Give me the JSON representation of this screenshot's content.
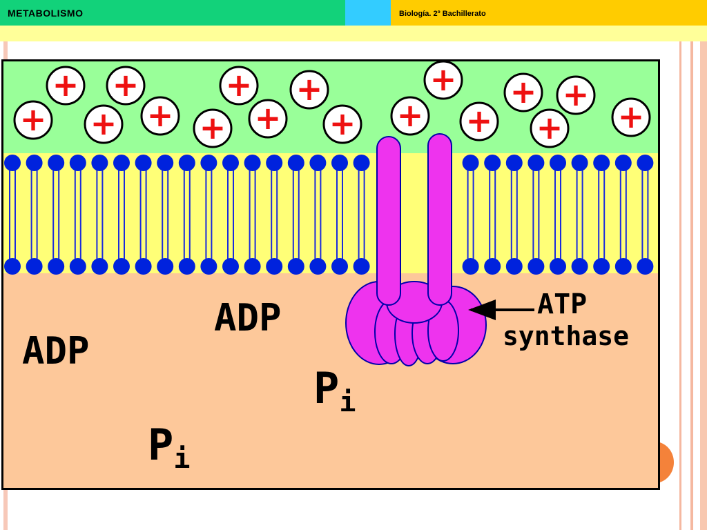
{
  "header": {
    "title": "METABOLISMO",
    "subtitle": "Biología. 2º Bachillerato"
  },
  "diagram": {
    "proton_symbol": "+",
    "labels": {
      "adp_1": "ADP",
      "adp_2": "ADP",
      "pi_main": "P",
      "pi_sub": "i",
      "atp_synthase_line1": "ATP",
      "atp_synthase_line2": "synthase"
    },
    "colors": {
      "intermembrane": "#99ff99",
      "membrane_core": "#ffff77",
      "phospholipid_head": "#0022dd",
      "matrix": "#fdc89a",
      "atp_synthase": "#ee33ee",
      "proton": "#ee1111"
    }
  }
}
